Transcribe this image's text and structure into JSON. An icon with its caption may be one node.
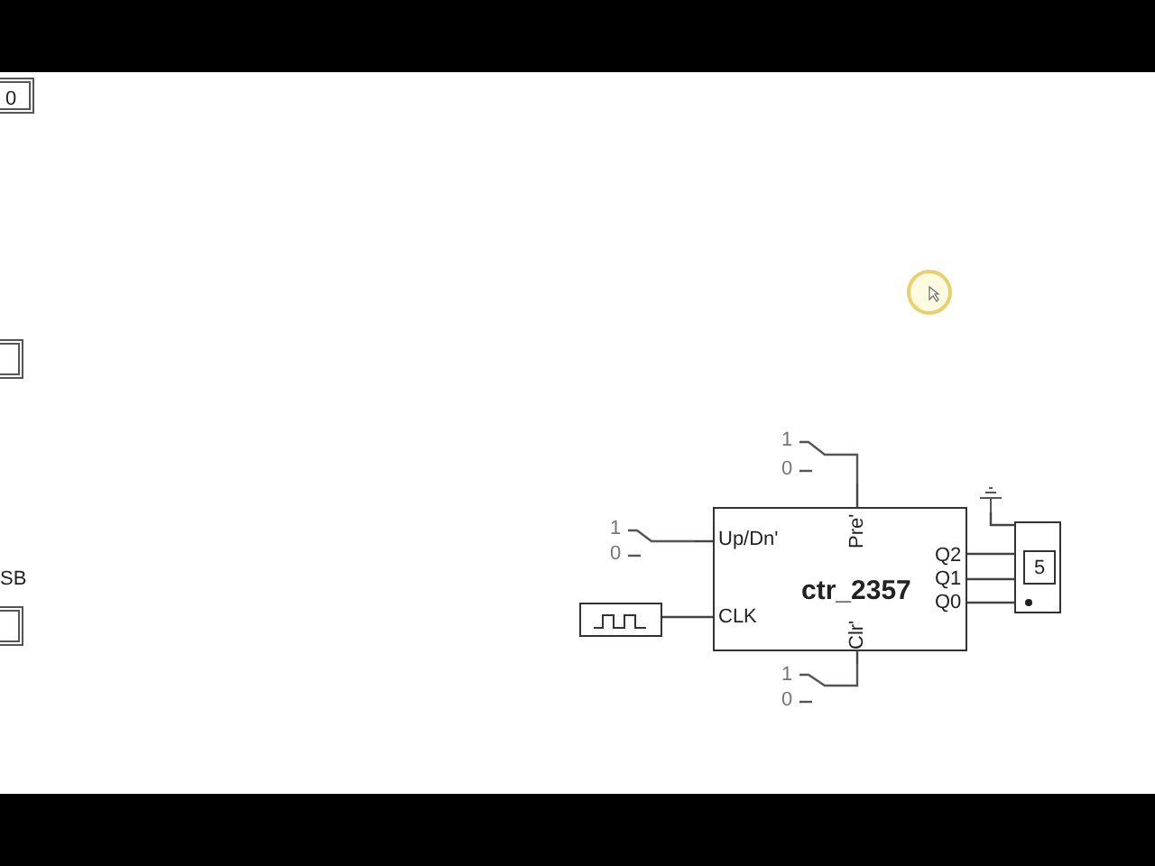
{
  "diagram": {
    "nodes": [
      {
        "text": [
          "ctr_2357",
          "Up/Dn'",
          "CLK",
          "Pre'",
          "Clr'",
          "Q2",
          "Q1",
          "Q0"
        ]
      },
      {
        "text": [
          "1",
          "0"
        ]
      },
      {
        "text": [
          "1",
          "0"
        ]
      },
      {
        "text": [],
        "shape": "box"
      },
      {
        "text": [
          "1",
          "0"
        ]
      },
      {
        "text": [],
        "shape": "box"
      },
      {
        "text": [
          "5"
        ],
        "in": 5
      },
      {
        "text": [],
        "shape": "ground"
      },
      {
        "text": [
          "0"
        ]
      },
      {
        "text": [],
        "shape": "box"
      },
      {
        "text": [],
        "shape": "box"
      }
    ],
    "edges": [
      {
        "from": 1,
        "to": 0,
        "arrow": "none"
      },
      {
        "from": 2,
        "to": 0,
        "arrow": "none"
      },
      {
        "from": 3,
        "to": 0,
        "arrow": "none"
      },
      {
        "from": 4,
        "to": 0,
        "arrow": "none"
      },
      {
        "from": 0,
        "to": 6,
        "arrow": "none"
      },
      {
        "from": 0,
        "to": 6,
        "arrow": "none"
      },
      {
        "from": 0,
        "to": 5,
        "arrow": "none"
      },
      {
        "from": 7,
        "to": 5,
        "arrow": "none"
      }
    ],
    "labels": [
      "SB"
    ]
  }
}
